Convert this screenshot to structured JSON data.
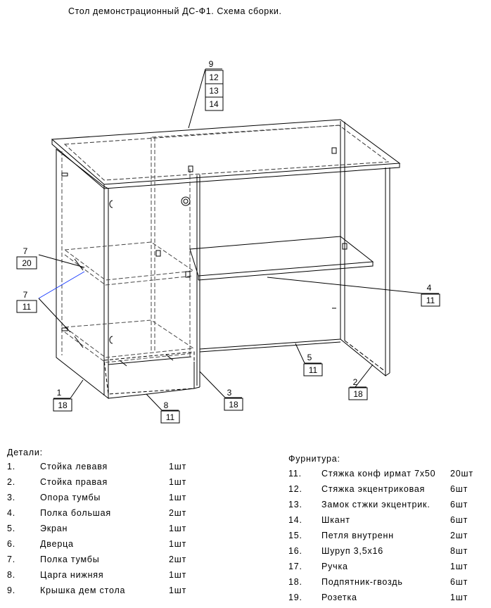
{
  "title": "Стол демонстрационный ДС-Ф1. Схема сборки.",
  "callouts": {
    "c9": [
      "9",
      "12",
      "13",
      "14"
    ],
    "c7a": [
      "7",
      "20"
    ],
    "c7b": [
      "7",
      "11"
    ],
    "c4": [
      "4",
      "11"
    ],
    "c5": [
      "5",
      "11"
    ],
    "c1": [
      "1",
      "18"
    ],
    "c8": [
      "8",
      "11"
    ],
    "c3": [
      "3",
      "18"
    ],
    "c2": [
      "2",
      "18"
    ]
  },
  "parts": {
    "header": "Детали:",
    "items": [
      {
        "num": "1.",
        "name": "Стойка левавя",
        "qty": "1шт"
      },
      {
        "num": "2.",
        "name": "Стойка правая",
        "qty": "1шт"
      },
      {
        "num": "3.",
        "name": "Опора тумбы",
        "qty": "1шт"
      },
      {
        "num": "4.",
        "name": "Полка большая",
        "qty": "2шт"
      },
      {
        "num": "5.",
        "name": "Экран",
        "qty": "1шт"
      },
      {
        "num": "6.",
        "name": "Дверца",
        "qty": "1шт"
      },
      {
        "num": "7.",
        "name": "Полка тумбы",
        "qty": "2шт"
      },
      {
        "num": "8.",
        "name": "Царга нижняя",
        "qty": "1шт"
      },
      {
        "num": "9.",
        "name": "Крышка дем стола",
        "qty": "1шт"
      }
    ]
  },
  "hardware": {
    "header": "Фурнитура:",
    "items": [
      {
        "num": "11.",
        "name": "Стяжка конф ирмат 7х50",
        "qty": "20шт"
      },
      {
        "num": "12.",
        "name": "Стяжка экцентриковая",
        "qty": "6шт"
      },
      {
        "num": "13.",
        "name": "Замок стжки экцентрик.",
        "qty": "6шт"
      },
      {
        "num": "14.",
        "name": "Шкант",
        "qty": "6шт"
      },
      {
        "num": "15.",
        "name": "Петля внутренн",
        "qty": "2шт"
      },
      {
        "num": "16.",
        "name": "Шуруп 3,5х16",
        "qty": "8шт"
      },
      {
        "num": "17.",
        "name": "Ручка",
        "qty": "1шт"
      },
      {
        "num": "18.",
        "name": "Подпятник-гвоздь",
        "qty": "6шт"
      },
      {
        "num": "19.",
        "name": "Розетка",
        "qty": "1шт"
      }
    ]
  }
}
